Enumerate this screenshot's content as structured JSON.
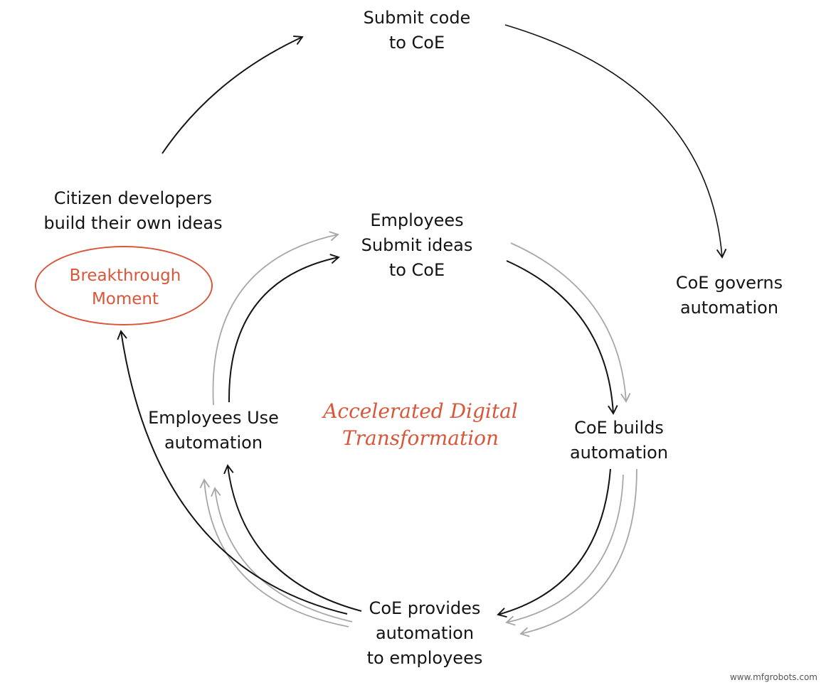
{
  "diagram": {
    "nodes": {
      "submit_code": [
        "Submit code",
        "to CoE"
      ],
      "coe_governs": [
        "CoE governs",
        "automation"
      ],
      "citizen_developers": [
        "Citizen developers",
        "build their own ideas"
      ],
      "breakthrough": [
        "Breakthrough",
        "Moment"
      ],
      "employees_submit": [
        "Employees",
        "Submit ideas",
        "to CoE"
      ],
      "employees_use": [
        "Employees Use",
        "automation"
      ],
      "coe_builds": [
        "CoE builds",
        "automation"
      ],
      "coe_provides": [
        "CoE provides",
        "automation",
        "to employees"
      ],
      "center": [
        "Accelerated Digital",
        "Transformation"
      ]
    },
    "edges": [
      {
        "from": "citizen_developers",
        "to": "submit_code"
      },
      {
        "from": "submit_code",
        "to": "coe_governs"
      },
      {
        "from": "employees_submit",
        "to": "coe_builds"
      },
      {
        "from": "coe_builds",
        "to": "coe_provides"
      },
      {
        "from": "coe_provides",
        "to": "employees_use"
      },
      {
        "from": "employees_use",
        "to": "employees_submit"
      },
      {
        "from": "coe_provides",
        "to": "breakthrough"
      }
    ],
    "colors": {
      "ink": "#141414",
      "accent": "#d9563a",
      "ghost": "#a8a8a8"
    }
  },
  "watermark": "www.mfgrobots.com"
}
